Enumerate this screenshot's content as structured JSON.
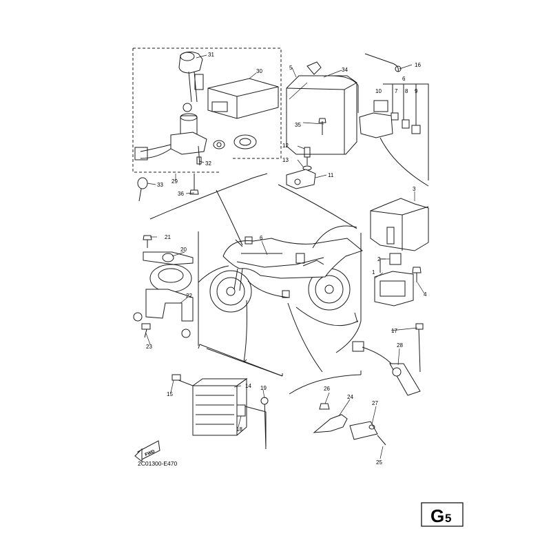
{
  "diagram": {
    "drawing_code": "2C01300-E470",
    "page_id": {
      "letter": "G",
      "number": "5"
    },
    "fwd_label": "FWD",
    "callouts": [
      "1",
      "2",
      "3",
      "4",
      "5",
      "6",
      "7",
      "8",
      "9",
      "10",
      "11",
      "12",
      "13",
      "14",
      "15",
      "16",
      "17",
      "18",
      "19",
      "20",
      "21",
      "22",
      "23",
      "24",
      "25",
      "26",
      "27",
      "28",
      "29",
      "30",
      "31",
      "32",
      "33",
      "34",
      "35",
      "36"
    ],
    "line_color": "#1a1a1a",
    "background": "#ffffff"
  }
}
